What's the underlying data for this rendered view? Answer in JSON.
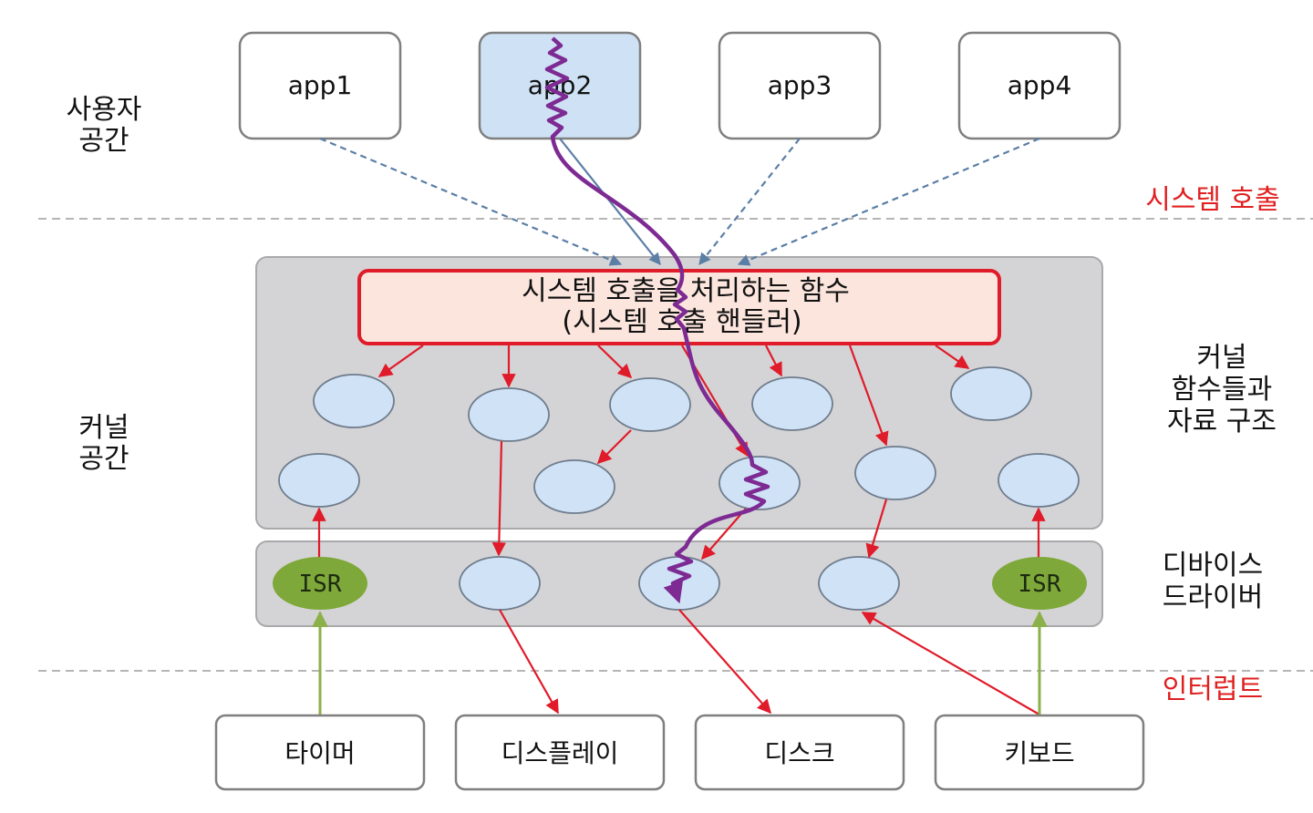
{
  "apps": [
    "app1",
    "app2",
    "app3",
    "app4"
  ],
  "labels": {
    "user_space": [
      "사용자",
      "공간"
    ],
    "kernel_space": [
      "커널",
      "공간"
    ],
    "system_call": "시스템 호출",
    "kernel_functions": [
      "커널",
      "함수들과",
      "자료 구조"
    ],
    "device_driver": [
      "디바이스",
      "드라이버"
    ],
    "interrupt": "인터럽트"
  },
  "handler": {
    "line1": "시스템 호출을 처리하는 함수",
    "line2": "(시스템 호출 핸들러)"
  },
  "isr_label": "ISR",
  "devices": [
    "타이머",
    "디스플레이",
    "디스크",
    "키보드"
  ],
  "colors": {
    "app_border": "#7f7f7f",
    "app2_fill": "#cfe2f5",
    "kernel_fill": "#d4d4d6",
    "node_fill": "#cfe2f6",
    "node_stroke": "#6f7c8c",
    "isr_fill": "#7fa83a",
    "handler_fill": "#fbe5dd",
    "handler_border": "#e01b2a",
    "red_arrow": "#e01b2a",
    "green_arrow": "#8cb04a",
    "dashed_arrow": "#5b7ea6",
    "purple_path": "#7d2a93"
  }
}
